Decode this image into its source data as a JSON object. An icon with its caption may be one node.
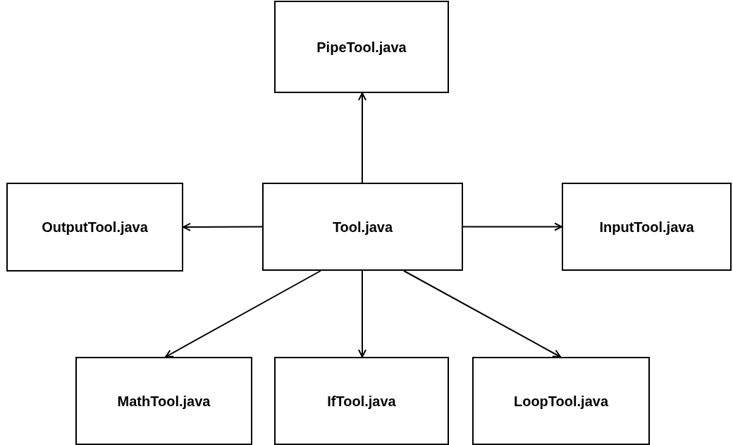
{
  "diagram": {
    "nodes": [
      {
        "text": [
          "PipeTool.java"
        ]
      },
      {
        "text": [
          "OutputTool.java"
        ]
      },
      {
        "text": [
          "Tool.java"
        ]
      },
      {
        "text": [
          "InputTool.java"
        ]
      },
      {
        "text": [
          "MathTool.java"
        ]
      },
      {
        "text": [
          "IfTool.java"
        ]
      },
      {
        "text": [
          "LoopTool.java"
        ]
      }
    ],
    "edges": [
      {
        "from": 2,
        "to": 0,
        "arrow": "to"
      },
      {
        "from": 2,
        "to": 1,
        "arrow": "to"
      },
      {
        "from": 2,
        "to": 3,
        "arrow": "to"
      },
      {
        "from": 2,
        "to": 4,
        "arrow": "to"
      },
      {
        "from": 2,
        "to": 5,
        "arrow": "to"
      },
      {
        "from": 2,
        "to": 6,
        "arrow": "to"
      }
    ]
  }
}
